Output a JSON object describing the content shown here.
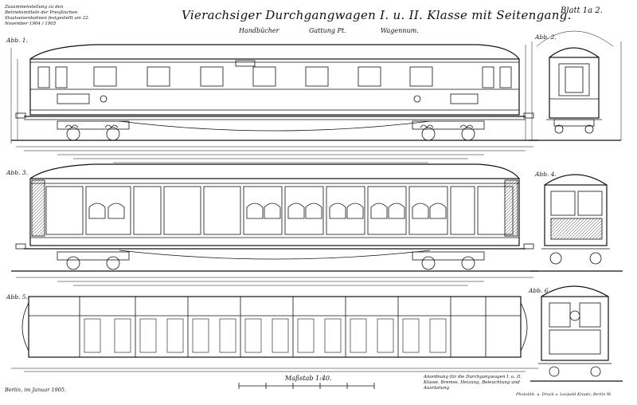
{
  "sheet": {
    "title": "Vierachsiger Durchgangwagen I. u. II. Klasse mit Seitengang.",
    "plate": "Blatt 1a 2.",
    "subtitles": [
      "Handbücher",
      "Gattung Pt.",
      "Wagennum."
    ],
    "top_left_note": "Zusammenstellung zu den Betriebsmitteln der Preußischen Staatseisenbahnen festgestellt am 22. November 1904 / 1905",
    "bottom_left_note": "Berlin, im Januar 1905.",
    "scale": "Maßstab 1:40.",
    "bottom_right_note": "Anordnung für die Durchgangwagen I. u. II. Klasse, Bremse, Heizung, Beleuchtung und Ausrüstung",
    "printer": "Photolith. u. Druck v. Leopold Kraatz, Berlin W.",
    "figures": [
      "Abb. 1.",
      "Abb. 2.",
      "Abb. 3.",
      "Abb. 4.",
      "Abb. 5.",
      "Abb. 6."
    ]
  }
}
